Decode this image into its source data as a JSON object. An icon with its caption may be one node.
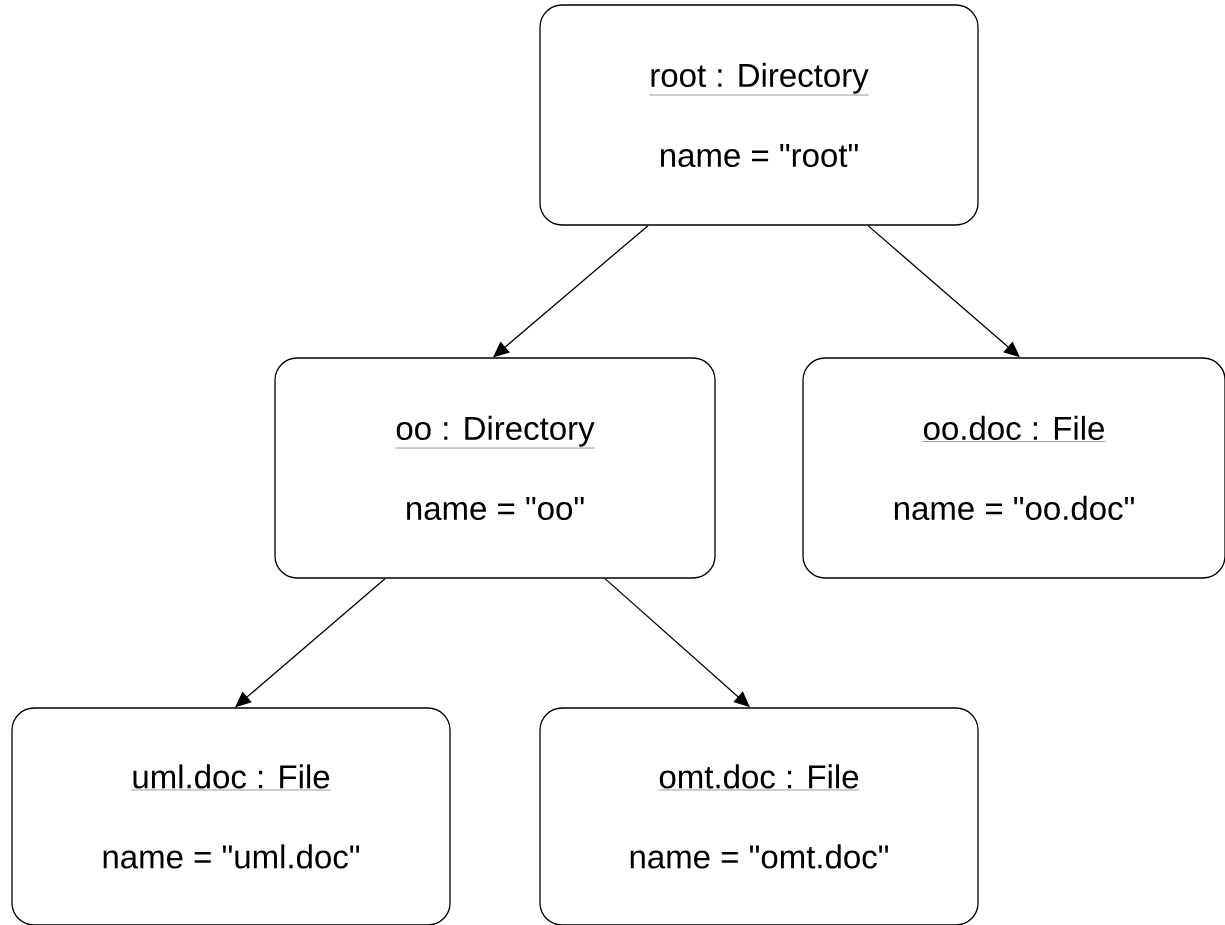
{
  "diagram": {
    "nodes": [
      {
        "text": [
          "root : Directory",
          "name = \"root\""
        ]
      },
      {
        "text": [
          "oo : Directory",
          "name = \"oo\""
        ]
      },
      {
        "text": [
          "oo.doc : File",
          "name = \"oo.doc\""
        ]
      },
      {
        "text": [
          "uml.doc : File",
          "name = \"uml.doc\""
        ]
      },
      {
        "text": [
          "omt.doc : File",
          "name = \"omt.doc\""
        ]
      }
    ],
    "edges": [
      {
        "from": 0,
        "to": 1,
        "arrow": "to"
      },
      {
        "from": 0,
        "to": 2,
        "arrow": "to"
      },
      {
        "from": 1,
        "to": 3,
        "arrow": "to"
      },
      {
        "from": 1,
        "to": 4,
        "arrow": "to"
      }
    ]
  }
}
